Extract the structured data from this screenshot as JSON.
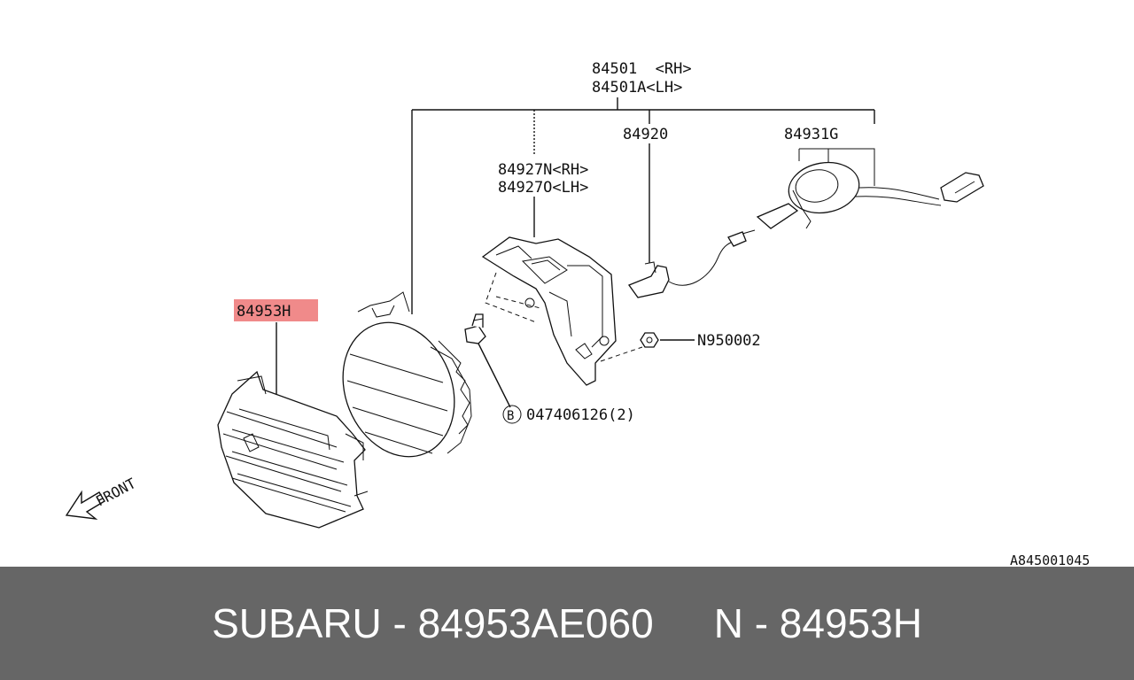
{
  "labels": {
    "assembly_rh": "84501  <RH>",
    "assembly_lh": "84501A<LH>",
    "bulb": "84920",
    "socket": "84931G",
    "bracket_rh": "84927N<RH>",
    "bracket_lh": "84927O<LH>",
    "cover": "84953H",
    "nut": "N950002",
    "bolt_marker": "B",
    "bolt": "047406126(2)",
    "direction": "FRONT",
    "diagram_code": "A845001045"
  },
  "highlight_color": "#f08a8a",
  "footer": {
    "brand_part": "SUBARU - 84953AE060",
    "ref": "N - 84953H"
  }
}
